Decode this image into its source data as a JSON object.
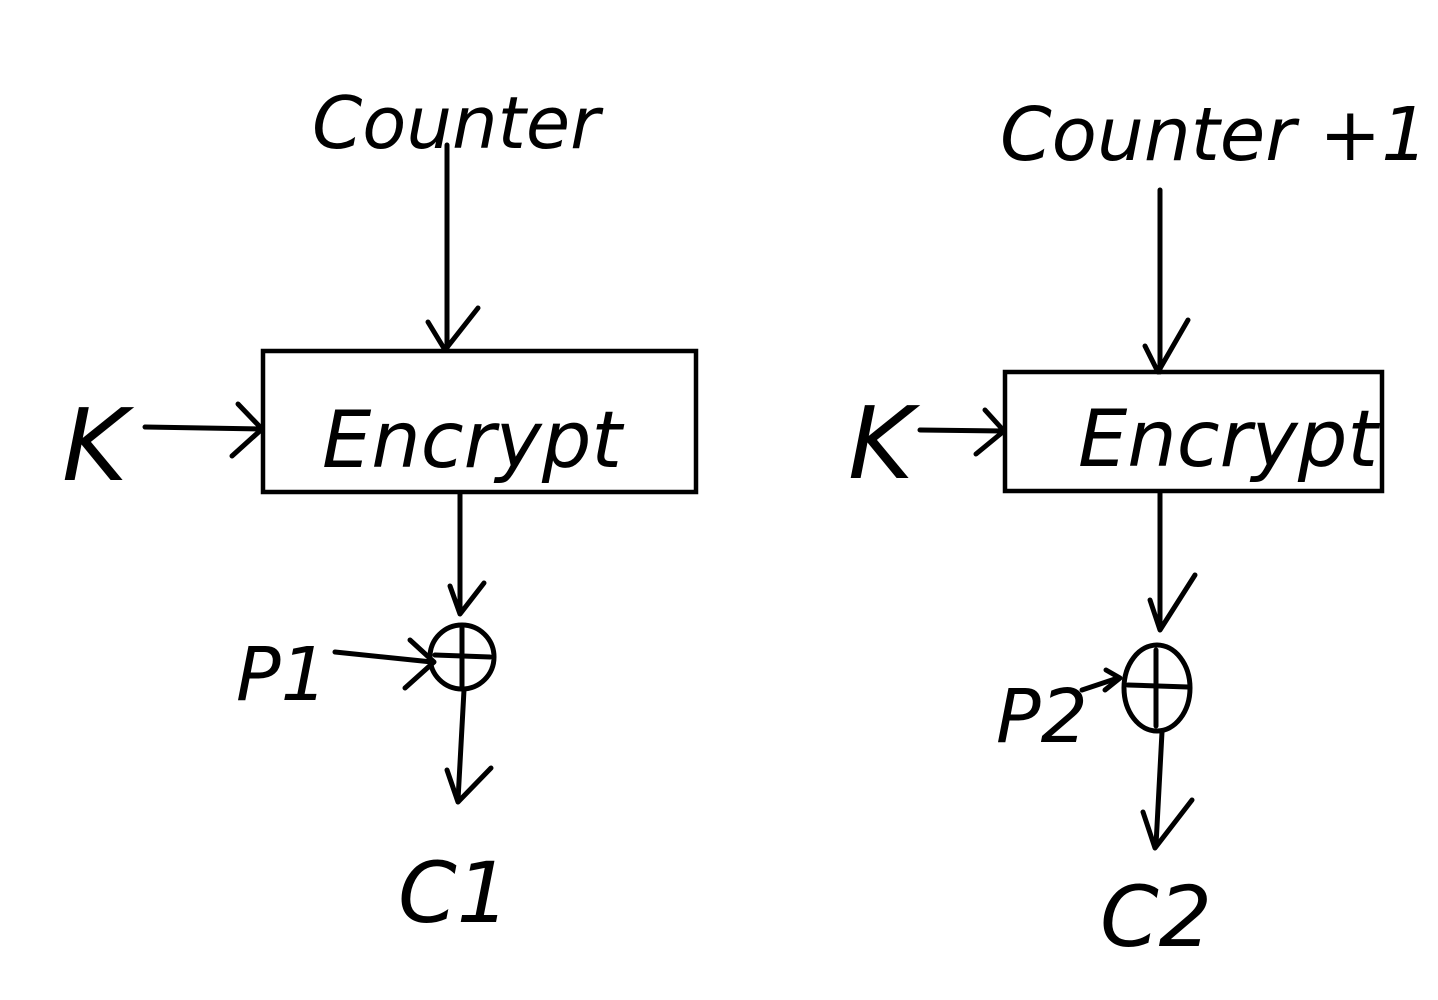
{
  "diagram": {
    "left_block": {
      "counter_label": "Counter",
      "encrypt_label": "Encrypt",
      "key_label": "K",
      "plaintext_label": "P1",
      "ciphertext_label": "C1",
      "xor_symbol": "+"
    },
    "right_block": {
      "counter_label": "Counter +1",
      "encrypt_label": "Encrypt",
      "key_label": "K",
      "plaintext_label": "P2",
      "ciphertext_label": "C2",
      "xor_symbol": "+"
    },
    "colors": {
      "ink": "#000000",
      "background": "#ffffff"
    }
  }
}
